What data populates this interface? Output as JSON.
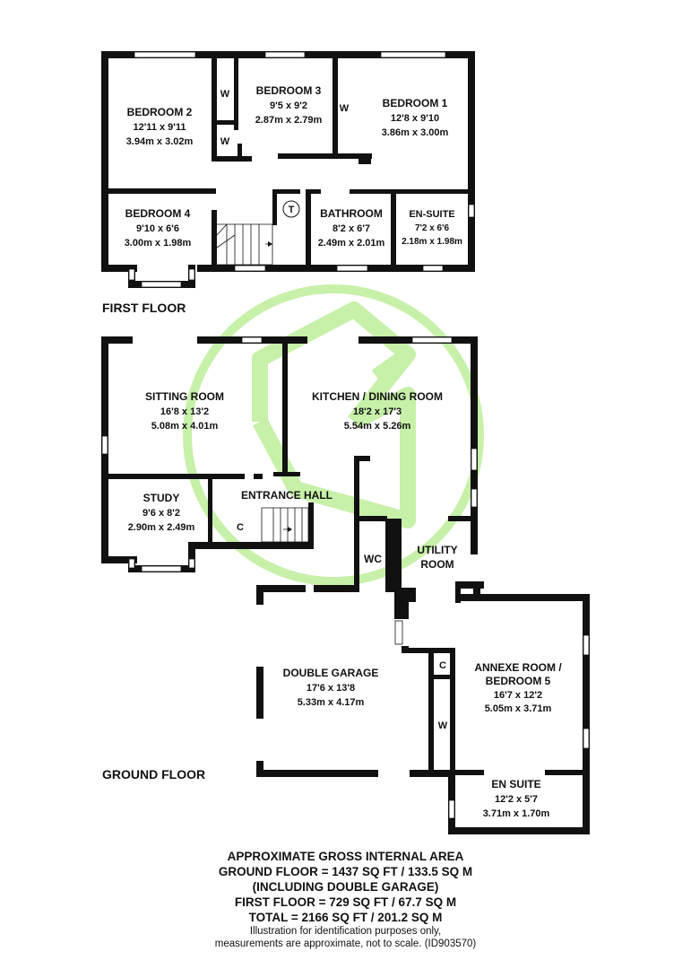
{
  "labels": {
    "first_floor": "FIRST FLOOR",
    "ground_floor": "GROUND FLOOR"
  },
  "rooms": {
    "bedroom2": {
      "name": "BEDROOM 2",
      "imperial": "12'11 x 9'11",
      "metric": "3.94m x 3.02m"
    },
    "bedroom3": {
      "name": "BEDROOM 3",
      "imperial": "9'5 x 9'2",
      "metric": "2.87m x 2.79m"
    },
    "bedroom1": {
      "name": "BEDROOM 1",
      "imperial": "12'8 x 9'10",
      "metric": "3.86m x 3.00m"
    },
    "bedroom4": {
      "name": "BEDROOM 4",
      "imperial": "9'10 x 6'6",
      "metric": "3.00m x 1.98m"
    },
    "bathroom": {
      "name": "BATHROOM",
      "imperial": "8'2 x 6'7",
      "metric": "2.49m x 2.01m"
    },
    "ensuite1": {
      "name": "EN-SUITE",
      "imperial": "7'2 x 6'6",
      "metric": "2.18m x 1.98m"
    },
    "sitting": {
      "name": "SITTING ROOM",
      "imperial": "16'8 x 13'2",
      "metric": "5.08m x 4.01m"
    },
    "kitchen": {
      "name": "KITCHEN / DINING ROOM",
      "imperial": "18'2 x 17'3",
      "metric": "5.54m x 5.26m"
    },
    "study": {
      "name": "STUDY",
      "imperial": "9'6 x 8'2",
      "metric": "2.90m x 2.49m"
    },
    "hall": {
      "name": "ENTRANCE HALL"
    },
    "utility": {
      "name1": "UTILITY",
      "name2": "ROOM"
    },
    "wc": {
      "name": "WC"
    },
    "garage": {
      "name": "DOUBLE GARAGE",
      "imperial": "17'6 x 13'8",
      "metric": "5.33m x 4.17m"
    },
    "annexe": {
      "name1": "ANNEXE ROOM /",
      "name2": "BEDROOM 5",
      "imperial": "16'7 x 12'2",
      "metric": "5.05m x 3.71m"
    },
    "ensuite2": {
      "name": "EN SUITE",
      "imperial": "12'2 x 5'7",
      "metric": "3.71m x 1.70m"
    }
  },
  "markers": {
    "wardrobe": "W",
    "cupboard": "C",
    "tank": "T"
  },
  "area": {
    "heading": "APPROXIMATE GROSS INTERNAL AREA",
    "ground": "GROUND FLOOR = 1437 SQ FT / 133.5 SQ M",
    "ground_note": "(INCLUDING DOUBLE GARAGE)",
    "first": "FIRST FLOOR = 729 SQ FT / 67.7 SQ M",
    "total": "TOTAL = 2166 SQ FT / 201.2 SQ M",
    "disclaimer1": "Illustration for identification purposes only,",
    "disclaimer2": "measurements are approximate, not to scale. (ID903570)"
  },
  "colors": {
    "wall": "#111111",
    "watermark": "#c7f0a8"
  }
}
